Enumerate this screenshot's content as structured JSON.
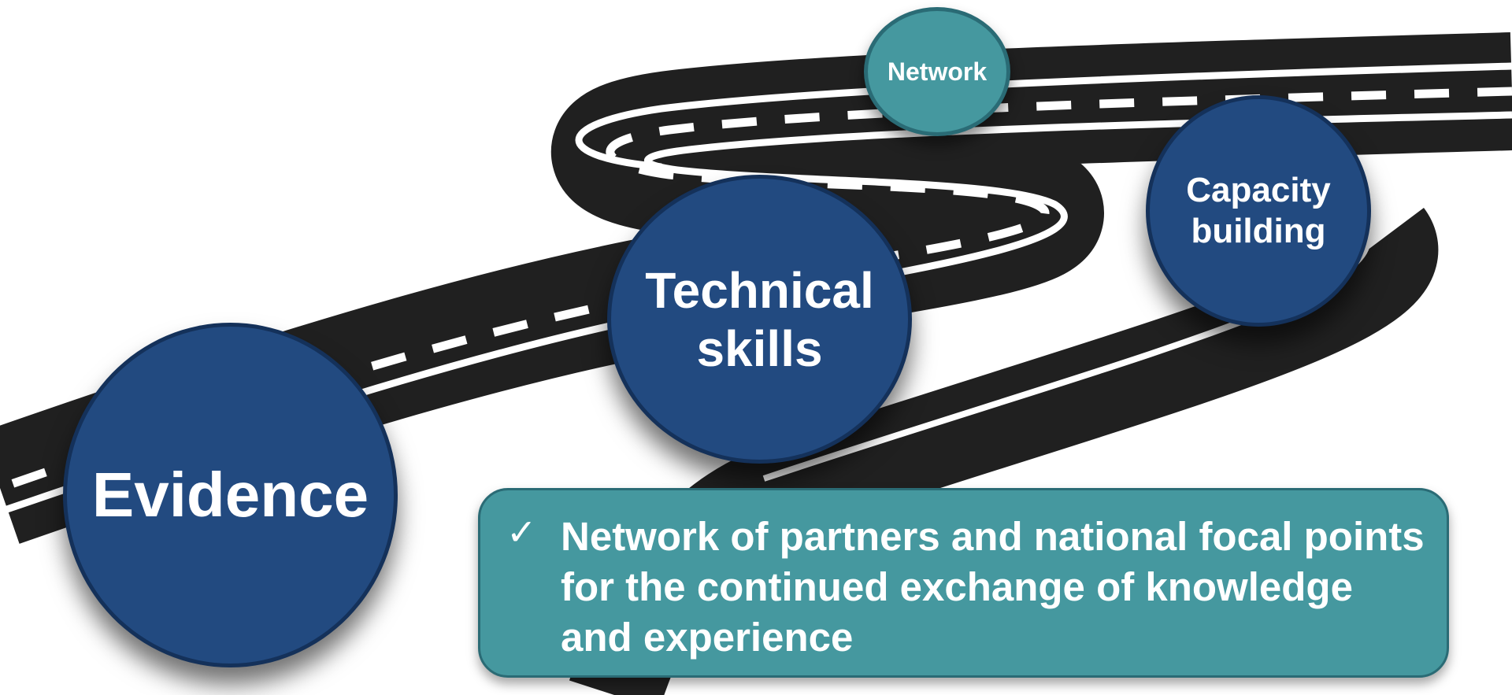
{
  "colors": {
    "road": "#202020",
    "road_markings": "#ffffff",
    "circle_fill": "#224a80",
    "circle_border": "#14315a",
    "teal_fill": "#45989f",
    "teal_border": "#2a6b75",
    "text": "#ffffff"
  },
  "milestones": {
    "network": "Network",
    "capacity": [
      "Capacity",
      "building"
    ],
    "technical": [
      "Technical",
      "skills"
    ],
    "evidence": "Evidence"
  },
  "callout": {
    "icon": "checkmark-icon",
    "check": "✓",
    "text": "Network of partners and national focal points for the continued exchange of knowledge and experience"
  }
}
